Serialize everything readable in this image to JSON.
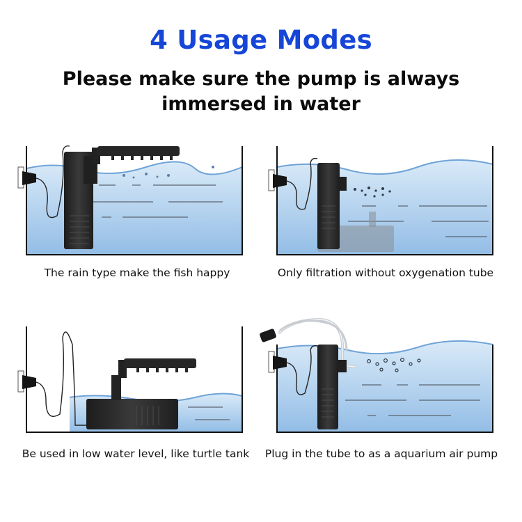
{
  "header": {
    "title": "4 Usage Modes",
    "subtitle_line1": "Please make sure the pump is always",
    "subtitle_line2": "immersed in water"
  },
  "modes": [
    {
      "caption": "The rain type make the fish happy"
    },
    {
      "caption": "Only filtration without oxygenation tube"
    },
    {
      "caption": "Be used in low water level, like turtle tank"
    },
    {
      "caption": "Plug in the tube to as a aquarium air pump"
    }
  ],
  "colors": {
    "title": "#1646d8",
    "water_top": "#cfe3f6",
    "water_bottom": "#9cc4ea",
    "pump": "#2a2a2a"
  }
}
